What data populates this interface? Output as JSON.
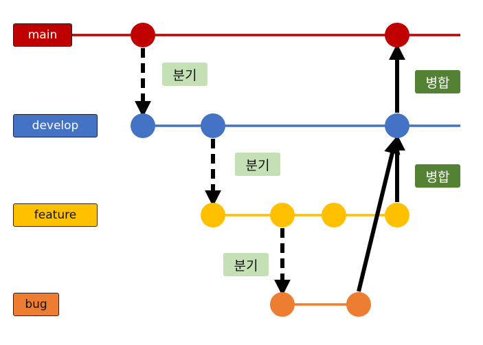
{
  "branches": [
    {
      "id": "main",
      "label": "main",
      "color": "#C00000",
      "text_color": "#ffffff"
    },
    {
      "id": "develop",
      "label": "develop",
      "color": "#4472C4",
      "text_color": "#ffffff"
    },
    {
      "id": "feature",
      "label": "feature",
      "color": "#FFC000",
      "text_color": "#111111"
    },
    {
      "id": "bug",
      "label": "bug",
      "color": "#ED7D31",
      "text_color": "#111111"
    }
  ],
  "tags": {
    "branch_main_develop": {
      "text": "분기",
      "kind": "branch"
    },
    "branch_develop_feature": {
      "text": "분기",
      "kind": "branch"
    },
    "branch_feature_bug": {
      "text": "분기",
      "kind": "branch"
    },
    "merge_develop_main": {
      "text": "병합",
      "kind": "merge"
    },
    "merge_feature_develop": {
      "text": "병합",
      "kind": "merge"
    }
  },
  "colors": {
    "branch_tag_bg": "#C5E0B4",
    "branch_tag_text": "#111111",
    "merge_tag_bg": "#548235",
    "merge_tag_text": "#ffffff",
    "arrow": "#000000"
  },
  "commits": [
    {
      "id": "m1",
      "branch": "main"
    },
    {
      "id": "m2",
      "branch": "main"
    },
    {
      "id": "d1",
      "branch": "develop"
    },
    {
      "id": "d2",
      "branch": "develop"
    },
    {
      "id": "d3",
      "branch": "develop"
    },
    {
      "id": "f1",
      "branch": "feature"
    },
    {
      "id": "f2",
      "branch": "feature"
    },
    {
      "id": "f3",
      "branch": "feature"
    },
    {
      "id": "f4",
      "branch": "feature"
    },
    {
      "id": "b1",
      "branch": "bug"
    },
    {
      "id": "b2",
      "branch": "bug"
    }
  ],
  "edges": [
    {
      "from": "m1",
      "to": "d1",
      "type": "branch"
    },
    {
      "from": "d2",
      "to": "f1",
      "type": "branch"
    },
    {
      "from": "f2",
      "to": "b1",
      "type": "branch"
    },
    {
      "from": "b2",
      "to": "d3",
      "type": "merge"
    },
    {
      "from": "f4",
      "to": "d3",
      "type": "merge"
    },
    {
      "from": "d3",
      "to": "m2",
      "type": "merge"
    }
  ]
}
